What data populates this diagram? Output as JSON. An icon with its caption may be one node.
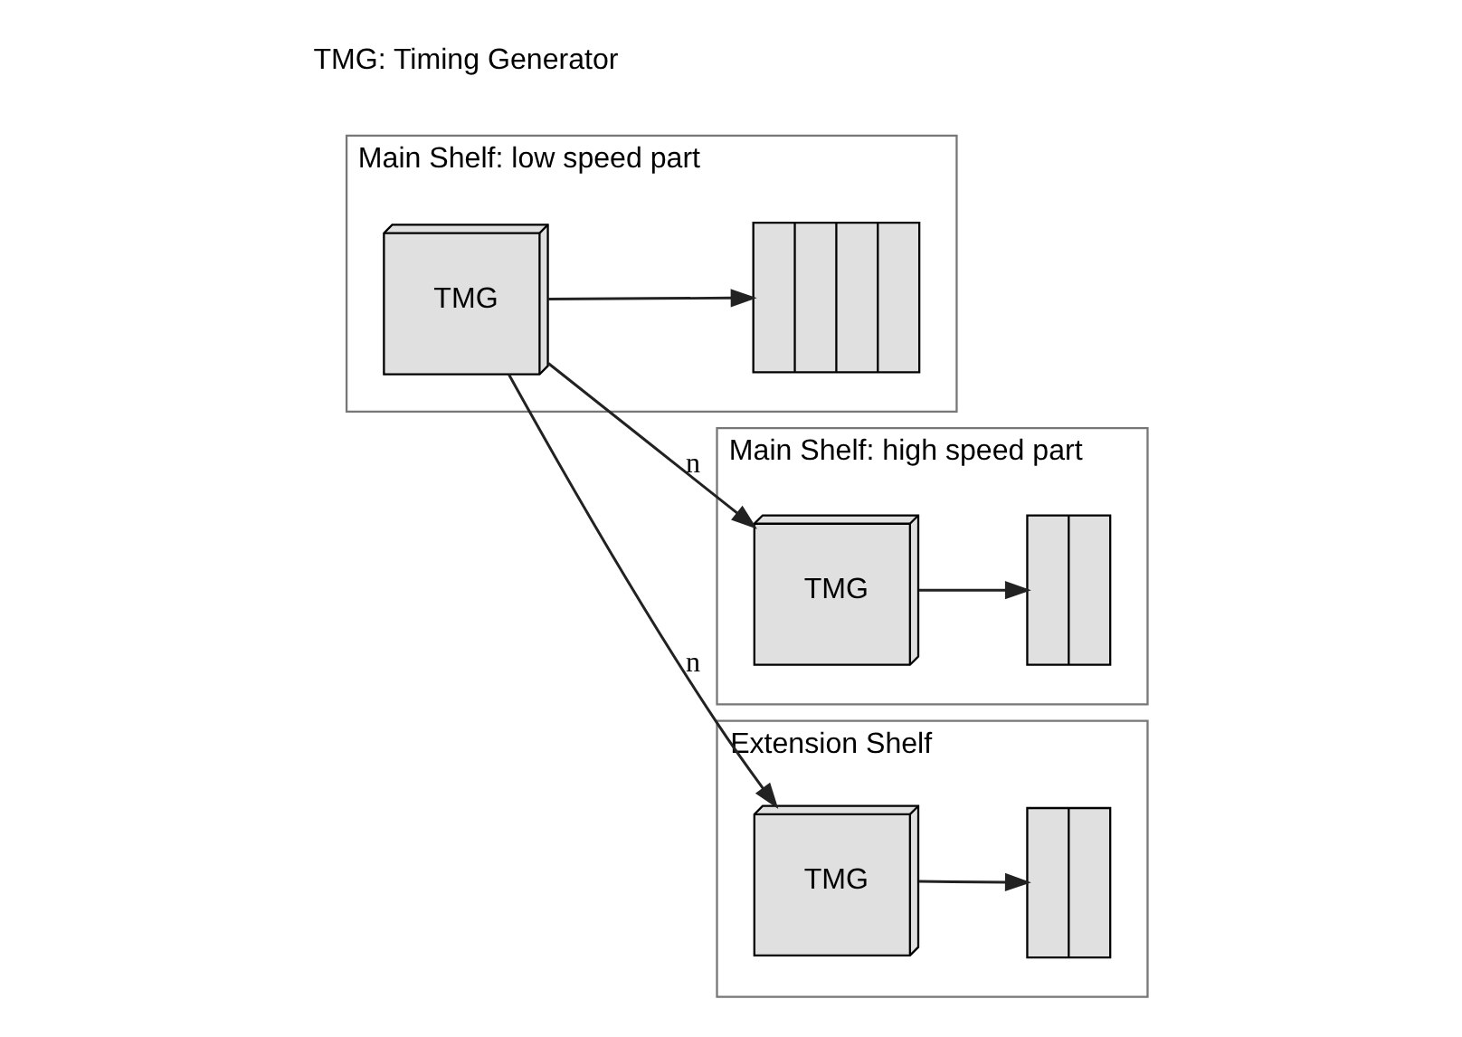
{
  "diagram": {
    "nodes": [
      {
        "text": [
          "Main Shelf: high speed part"
        ]
      },
      {
        "text": [
          "TMG"
        ],
        "in": 0
      },
      {
        "text": [],
        "shape": "bar",
        "in": 0
      },
      {
        "text": [
          "Main Shelf: low speed part"
        ]
      },
      {
        "text": [],
        "shape": "bar",
        "in": 3
      },
      {
        "text": [
          "TMG"
        ],
        "in": 3
      },
      {
        "text": [
          "Extension Shelf"
        ]
      },
      {
        "text": [
          "TMG"
        ],
        "in": 6
      },
      {
        "text": [],
        "shape": "bar",
        "in": 6
      }
    ],
    "edges": [
      {
        "from": 1,
        "to": 2,
        "arrow": "to"
      },
      {
        "from": 5,
        "to": 1,
        "arrow": "to",
        "label": "n"
      },
      {
        "from": 5,
        "to": 4,
        "arrow": "to"
      },
      {
        "from": 5,
        "to": 7,
        "arrow": "to",
        "label": "n"
      },
      {
        "from": 7,
        "to": 8,
        "arrow": "to"
      }
    ],
    "labels": [
      "TMG: Timing Generator"
    ]
  }
}
